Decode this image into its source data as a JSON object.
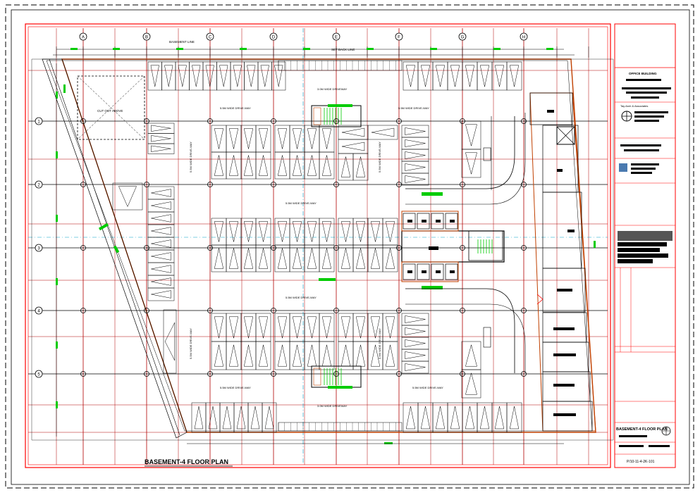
{
  "drawing": {
    "title": "BASEMENT-4 FLOOR PLAN",
    "column_grid": [
      "A",
      "B",
      "C",
      "D",
      "E",
      "F",
      "G",
      "H"
    ],
    "row_grid": [
      "1",
      "2",
      "3",
      "4",
      "5"
    ],
    "labels": {
      "basement_line": "BASEMENT LINE",
      "cut_out_above": "CUT OUT ABOVE",
      "drive_way": "5.5M WIDE DRIVE WAY",
      "drive_way_short": "5.5M WIDE DRIVE-WAY",
      "north_stair": "3.0M WIDE DRIVEWAY",
      "south_stair": "3.0M WIDE DRIVEWAY",
      "set_back": "SET BACK LINE"
    }
  },
  "title_block": {
    "project": "OFFICE BUILDING",
    "consultant": "Tay Arch & Associates",
    "sheet_title": "BASEMENT-4 FLOOR PLAN",
    "sheet_number": "P/10-11-4-2K-101"
  },
  "colors": {
    "border": "#ff0000",
    "grid": "#b00000",
    "linework": "#000000",
    "dims": "#00cc00",
    "wall": "#c04000",
    "center": "#00a0c8"
  }
}
